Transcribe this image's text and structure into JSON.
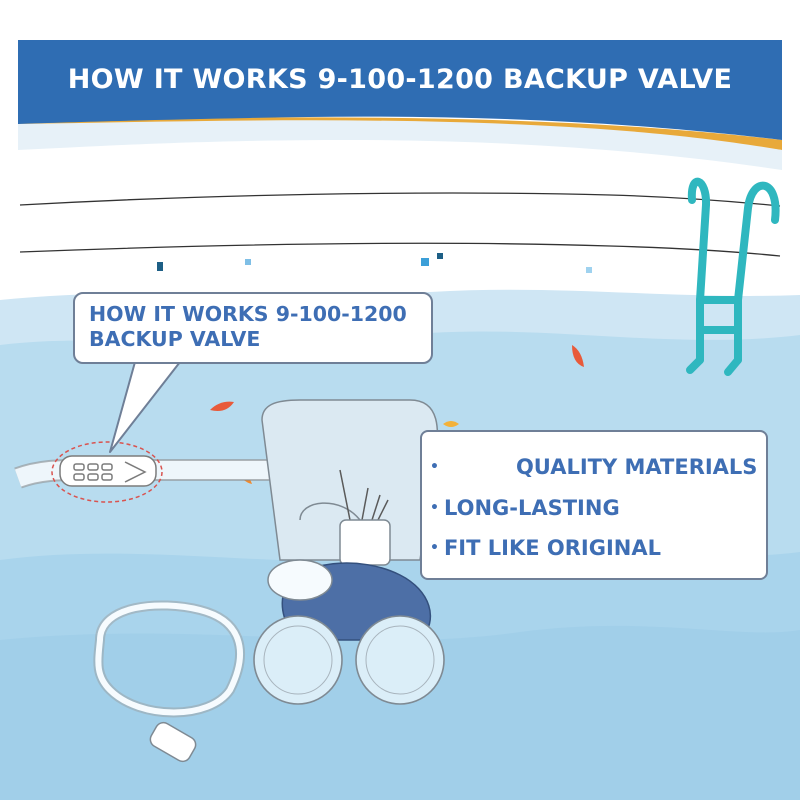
{
  "banner": {
    "title": "HOW IT WORKS 9-100-1200 BACKUP VALVE"
  },
  "callout": {
    "line1": "HOW IT WORKS 9-100-1200",
    "line2": "BACKUP VALVE"
  },
  "features": [
    {
      "bullet": "•",
      "text": "QUALITY MATERIALS"
    },
    {
      "bullet": "•",
      "text": "LONG-LASTING"
    },
    {
      "bullet": "•",
      "text": "FIT LIKE ORIGINAL"
    }
  ],
  "colors": {
    "banner": "#2f6db3",
    "banner_accent": "#e8a93a",
    "water_light": "#cfe6f4",
    "water_mid": "#a9d4ec",
    "text_blue": "#3e6eb4",
    "ladder": "#2fb7bf",
    "cleaner_body": "#4d6fa6",
    "valve_marker": "#d9534f"
  }
}
